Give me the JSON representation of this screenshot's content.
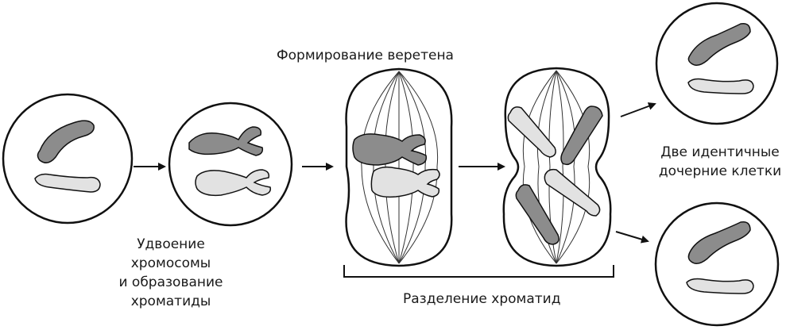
{
  "labels": {
    "spindle": "Формирование веретена",
    "duplication": [
      "Удвоение",
      "хромосомы",
      "и образование",
      "хроматиды"
    ],
    "separation": "Разделение хроматид",
    "daughters": [
      "Две идентичные",
      "дочерние клетки"
    ]
  },
  "colors": {
    "dark_chromosome": "#8c8c8c",
    "light_chromosome": "#e2e2e2",
    "outline": "#111111"
  }
}
